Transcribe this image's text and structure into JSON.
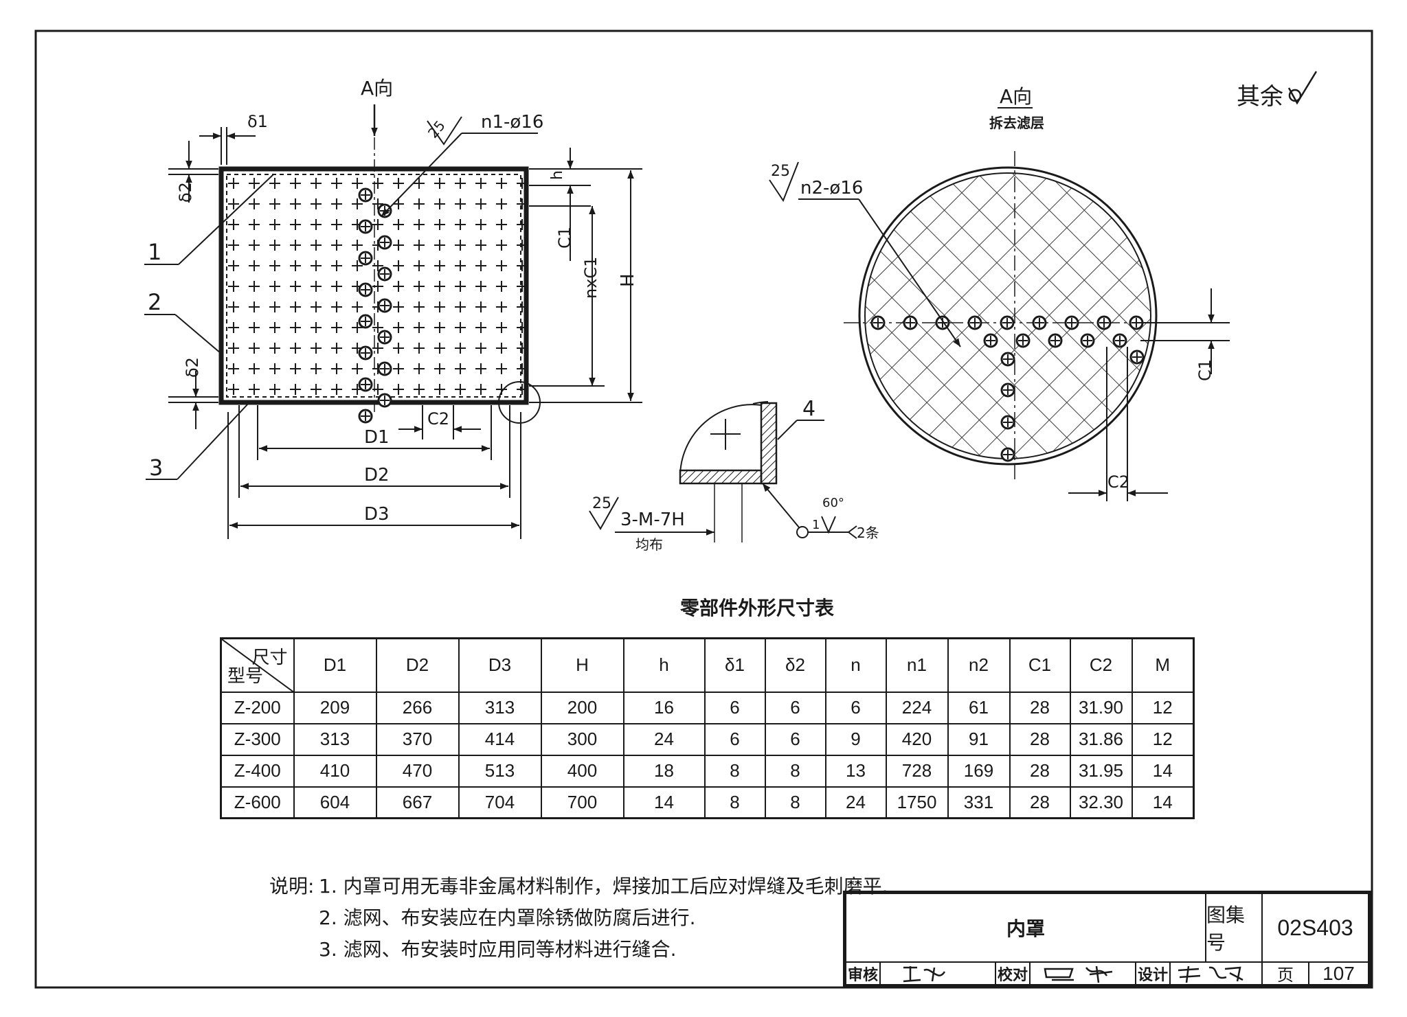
{
  "surface_note": "其余",
  "view_a": {
    "label": "A向",
    "label_right": "A向",
    "sublabel": "拆去滤层"
  },
  "left_view": {
    "hole_label": "n1-ø16",
    "roughness": "25",
    "dims": {
      "delta1": "δ1",
      "delta2": "δ2",
      "h": "h",
      "C1": "C1",
      "nxC1": "nxC1",
      "H": "H",
      "C2": "C2",
      "D1": "D1",
      "D2": "D2",
      "D3": "D3"
    },
    "callouts": [
      "1",
      "2",
      "3"
    ]
  },
  "right_view": {
    "hole_label": "n2-ø16",
    "roughness": "25",
    "dims": {
      "C1": "C1",
      "C2": "C2"
    }
  },
  "detail": {
    "callout": "4",
    "thread_label": "3-M-7H",
    "thread_roughness": "25",
    "thread_note": "均布",
    "weld_angle": "60°",
    "weld_gap": "1",
    "weld_count": "2条"
  },
  "table": {
    "title": "零部件外形尺寸表",
    "corner_top": "尺寸",
    "corner_bottom": "型号",
    "columns": [
      "D1",
      "D2",
      "D3",
      "H",
      "h",
      "δ1",
      "δ2",
      "n",
      "n1",
      "n2",
      "C1",
      "C2",
      "M"
    ],
    "rows": [
      {
        "model": "Z-200",
        "values": [
          "209",
          "266",
          "313",
          "200",
          "16",
          "6",
          "6",
          "6",
          "224",
          "61",
          "28",
          "31.90",
          "12"
        ]
      },
      {
        "model": "Z-300",
        "values": [
          "313",
          "370",
          "414",
          "300",
          "24",
          "6",
          "6",
          "9",
          "420",
          "91",
          "28",
          "31.86",
          "12"
        ]
      },
      {
        "model": "Z-400",
        "values": [
          "410",
          "470",
          "513",
          "400",
          "18",
          "8",
          "8",
          "13",
          "728",
          "169",
          "28",
          "31.95",
          "14"
        ]
      },
      {
        "model": "Z-600",
        "values": [
          "604",
          "667",
          "704",
          "700",
          "14",
          "8",
          "8",
          "24",
          "1750",
          "331",
          "28",
          "32.30",
          "14"
        ]
      }
    ]
  },
  "notes": {
    "label": "说明:",
    "items": [
      "1. 内罩可用无毒非金属材料制作，焊接加工后应对焊缝及毛刺磨平.",
      "2. 滤网、布安装应在内罩除锈做防腐后进行.",
      "3. 滤网、布安装时应用同等材料进行缝合."
    ]
  },
  "title_block": {
    "drawing_name": "内罩",
    "atlas_label": "图集号",
    "atlas_no": "02S403",
    "page_label": "页",
    "page_no": "107",
    "review_label": "审核",
    "check_label": "校对",
    "design_label": "设计"
  }
}
